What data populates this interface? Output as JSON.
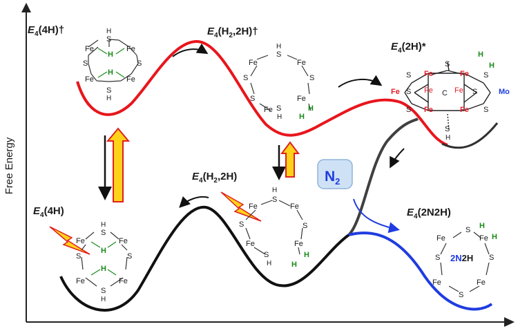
{
  "axis": {
    "ylabel": "Free Energy"
  },
  "states": {
    "e4_4h_dagger": {
      "title_pre": "E",
      "title_sub": "4",
      "title_post": "(4H)†"
    },
    "e4_h2_2h_dagger": {
      "title_pre": "E",
      "title_sub": "4",
      "title_mid": "(H",
      "title_sub2": "2",
      "title_post": ",2H)†"
    },
    "e4_2h_star": {
      "title_pre": "E",
      "title_sub": "4",
      "title_post": "(2H)*"
    },
    "e4_4h": {
      "title_pre": "E",
      "title_sub": "4",
      "title_post": "(4H)"
    },
    "e4_h2_2h": {
      "title_pre": "E",
      "title_sub": "4",
      "title_mid": "(H",
      "title_sub2": "2",
      "title_post": ",2H)"
    },
    "e4_2n2h": {
      "title_pre": "E",
      "title_sub": "4",
      "title_post": "(2N2H)"
    }
  },
  "n2_box": {
    "main": "N",
    "sub": "2"
  },
  "atoms": {
    "fe": "Fe",
    "s": "S",
    "h": "H",
    "mo": "Mo",
    "c": "C",
    "n2h": "2N2H",
    "n2h_prefix": "2N",
    "n2h_suffix": "2H"
  },
  "colors": {
    "excited_curve": "#e8161c",
    "ground_curve": "#111111",
    "n2_curve": "#1f3ce0",
    "connector_curve": "#404040",
    "arrow_fill": "#ffd21a",
    "arrow_stroke": "#e01f1f",
    "hydrogen": "#1a8a1a",
    "n2_box_fill": "#cfe2f5",
    "n2_box_text": "#1f3ce0"
  }
}
